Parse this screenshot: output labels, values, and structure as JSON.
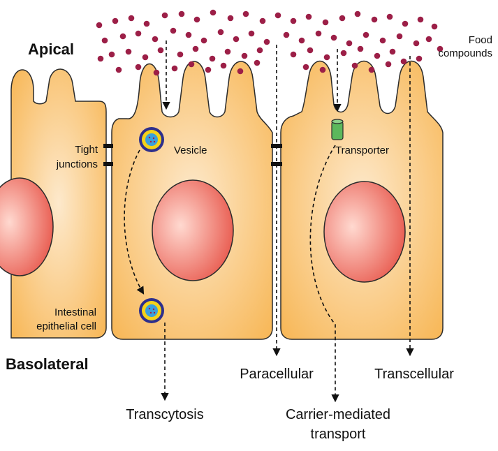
{
  "labels": {
    "apical": "Apical",
    "basolateral": "Basolateral",
    "food_line1": "Food",
    "food_line2": "compounds",
    "tight_line1": "Tight",
    "tight_line2": "junctions",
    "vesicle": "Vesicle",
    "transporter": "Transporter",
    "cell_line1": "Intestinal",
    "cell_line2": "epithelial cell",
    "paracellular": "Paracellular",
    "transcellular": "Transcellular",
    "transcytosis": "Transcytosis",
    "carrier_line1": "Carrier-mediated",
    "carrier_line2": "transport"
  },
  "colors": {
    "cell_fill_light": "#fde9cc",
    "cell_fill_dark": "#f7b34d",
    "cell_stroke": "#2b2b2b",
    "nucleus_light": "#ffd9d0",
    "nucleus_dark": "#e8584c",
    "food_dot": "#9c1f47",
    "vesicle_outer": "#2e2f8c",
    "vesicle_ring": "#f4d21a",
    "vesicle_core": "#3aa0dc",
    "transporter": "#5cb85c",
    "junction": "#111111"
  }
}
